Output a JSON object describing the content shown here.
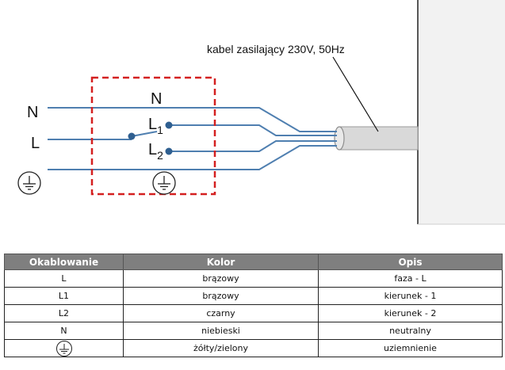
{
  "diagram": {
    "mains_labels": {
      "n": "N",
      "l": "L"
    },
    "switch_labels": {
      "n": "N",
      "l1_letter": "L",
      "l1_sub": "1",
      "l2_letter": "L",
      "l2_sub": "2"
    },
    "cable_label": "kabel zasilający 230V, 50Hz",
    "colors": {
      "wire": "#4f7fb0",
      "box": "#d42020",
      "cable": "#d9d9d9",
      "wall": "#f2f2f2"
    },
    "icons": {
      "ground": "ground-symbol-icon"
    }
  },
  "table": {
    "headers": [
      "Okablowanie",
      "Kolor",
      "Opis"
    ],
    "rows": [
      {
        "wiring": "L",
        "color": "brązowy",
        "description": "faza - L"
      },
      {
        "wiring": "L1",
        "color": "brązowy",
        "description": "kierunek - 1"
      },
      {
        "wiring": "L2",
        "color": "czarny",
        "description": "kierunek - 2"
      },
      {
        "wiring": "N",
        "color": "niebieski",
        "description": "neutralny"
      },
      {
        "wiring": "",
        "wiring_icon": "ground-symbol-icon",
        "color": "żółty/zielony",
        "description": "uziemnienie"
      }
    ]
  }
}
